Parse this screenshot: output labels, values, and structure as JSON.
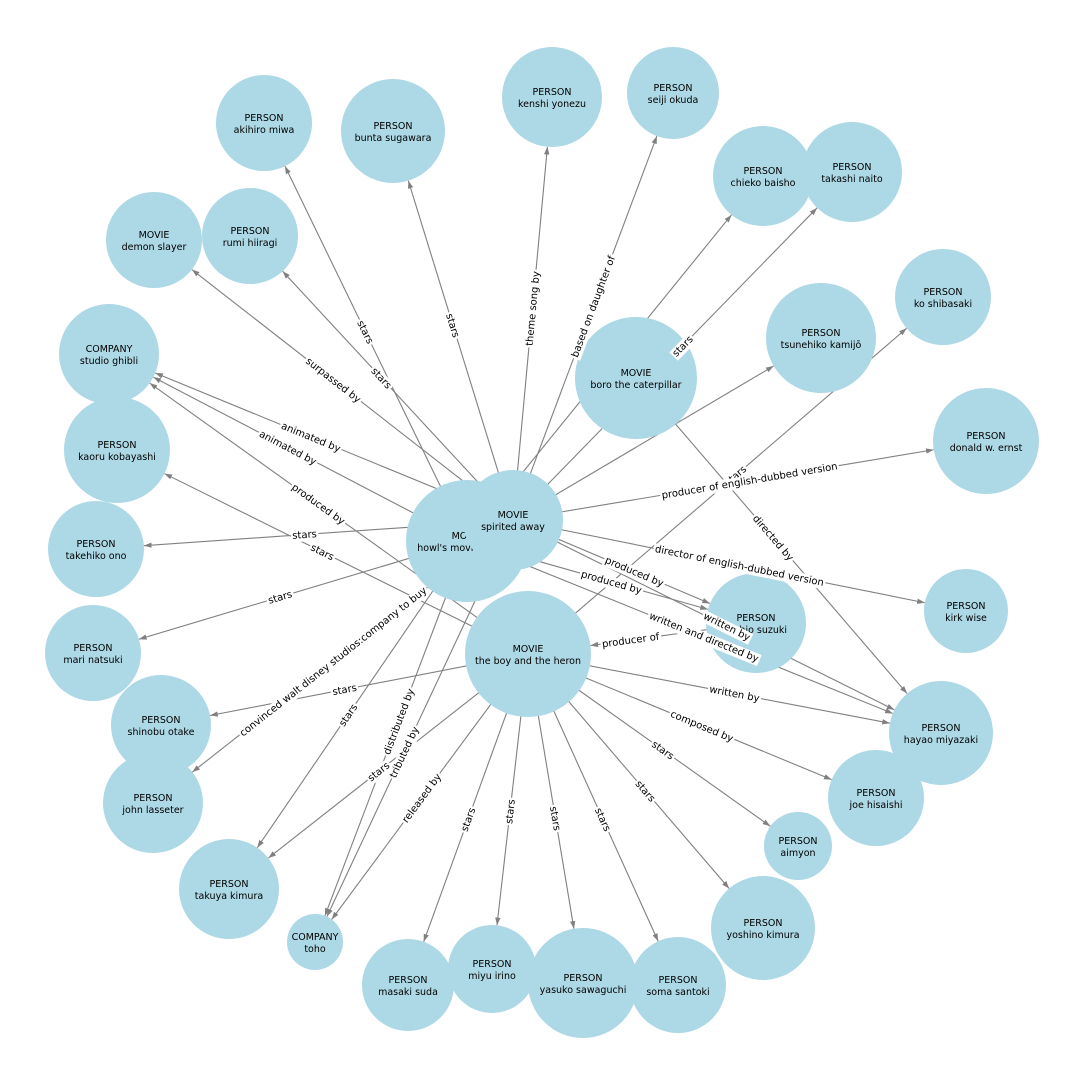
{
  "colors": {
    "node_fill": "#add8e6",
    "edge": "#808080",
    "label_bg": "#ffffff",
    "text": "#000000"
  },
  "nodes": [
    {
      "id": "akihiro_miwa",
      "type": "PERSON",
      "name": "akihiro miwa"
    },
    {
      "id": "bunta_sugawara",
      "type": "PERSON",
      "name": "bunta sugawara"
    },
    {
      "id": "kenshi_yonezu",
      "type": "PERSON",
      "name": "kenshi yonezu"
    },
    {
      "id": "seiji_okuda",
      "type": "PERSON",
      "name": "seiji okuda"
    },
    {
      "id": "chieko_baisho",
      "type": "PERSON",
      "name": "chieko baisho"
    },
    {
      "id": "takashi_naito",
      "type": "PERSON",
      "name": "takashi naito"
    },
    {
      "id": "demon_slayer",
      "type": "MOVIE",
      "name": "demon slayer"
    },
    {
      "id": "rumi_hiiragi",
      "type": "PERSON",
      "name": "rumi hiiragi"
    },
    {
      "id": "ko_shibasaki",
      "type": "PERSON",
      "name": "ko shibasaki"
    },
    {
      "id": "studio_ghibli",
      "type": "COMPANY",
      "name": "studio ghibli"
    },
    {
      "id": "tsunehiko_kamijo",
      "type": "PERSON",
      "name": "tsunehiko kamijō"
    },
    {
      "id": "boro",
      "type": "MOVIE",
      "name": "boro the caterpillar"
    },
    {
      "id": "donald_ernst",
      "type": "PERSON",
      "name": "donald w. ernst"
    },
    {
      "id": "kaoru_kobayashi",
      "type": "PERSON",
      "name": "kaoru kobayashi"
    },
    {
      "id": "takehiko_ono",
      "type": "PERSON",
      "name": "takehiko ono"
    },
    {
      "id": "kirk_wise",
      "type": "PERSON",
      "name": "kirk wise"
    },
    {
      "id": "toshio_suzuki",
      "type": "PERSON",
      "name": "toshio suzuki"
    },
    {
      "id": "mari_natsuki",
      "type": "PERSON",
      "name": "mari natsuki"
    },
    {
      "id": "hayao_miyazaki",
      "type": "PERSON",
      "name": "hayao miyazaki"
    },
    {
      "id": "shinobu_otake",
      "type": "PERSON",
      "name": "shinobu otake"
    },
    {
      "id": "joe_hisaishi",
      "type": "PERSON",
      "name": "joe hisaishi"
    },
    {
      "id": "john_lasseter",
      "type": "PERSON",
      "name": "john lasseter"
    },
    {
      "id": "aimyon",
      "type": "PERSON",
      "name": "aimyon"
    },
    {
      "id": "takuya_kimura",
      "type": "PERSON",
      "name": "takuya kimura"
    },
    {
      "id": "yoshino_kimura",
      "type": "PERSON",
      "name": "yoshino kimura"
    },
    {
      "id": "toho",
      "type": "COMPANY",
      "name": "toho"
    },
    {
      "id": "masaki_suda",
      "type": "PERSON",
      "name": "masaki suda"
    },
    {
      "id": "miyu_irino",
      "type": "PERSON",
      "name": "miyu irino"
    },
    {
      "id": "yasuko_sawaguchi",
      "type": "PERSON",
      "name": "yasuko sawaguchi"
    },
    {
      "id": "soma_santoki",
      "type": "PERSON",
      "name": "soma santoki"
    },
    {
      "id": "howl",
      "type": "MOVIE",
      "name": "howl's moving castle"
    },
    {
      "id": "spirited",
      "type": "MOVIE",
      "name": "spirited away"
    },
    {
      "id": "heron",
      "type": "MOVIE",
      "name": "the boy and the heron"
    }
  ],
  "edges": [
    {
      "from": "howl",
      "to": "akihiro_miwa",
      "label": "stars"
    },
    {
      "from": "spirited",
      "to": "bunta_sugawara",
      "label": "stars"
    },
    {
      "from": "spirited",
      "to": "kenshi_yonezu",
      "label": "theme song by"
    },
    {
      "from": "spirited",
      "to": "seiji_okuda",
      "label": "based on daughter of"
    },
    {
      "from": "howl",
      "to": "chieko_baisho",
      "label": ""
    },
    {
      "from": "spirited",
      "to": "takashi_naito",
      "label": "stars"
    },
    {
      "from": "spirited",
      "to": "demon_slayer",
      "label": "surpassed by"
    },
    {
      "from": "spirited",
      "to": "rumi_hiiragi",
      "label": "stars"
    },
    {
      "from": "heron",
      "to": "ko_shibasaki",
      "label": "stars"
    },
    {
      "from": "spirited",
      "to": "studio_ghibli",
      "label": "animated by"
    },
    {
      "from": "howl",
      "to": "studio_ghibli",
      "label": "animated by"
    },
    {
      "from": "heron",
      "to": "studio_ghibli",
      "label": "produced by"
    },
    {
      "from": "spirited",
      "to": "tsunehiko_kamijo",
      "label": ""
    },
    {
      "from": "spirited",
      "to": "donald_ernst",
      "label": "producer of english-dubbed version"
    },
    {
      "from": "heron",
      "to": "kaoru_kobayashi",
      "label": "stars"
    },
    {
      "from": "spirited",
      "to": "takehiko_ono",
      "label": "stars"
    },
    {
      "from": "spirited",
      "to": "kirk_wise",
      "label": "director of english-dubbed version"
    },
    {
      "from": "spirited",
      "to": "toshio_suzuki",
      "label": "produced by"
    },
    {
      "from": "howl",
      "to": "toshio_suzuki",
      "label": "produced by"
    },
    {
      "from": "toshio_suzuki",
      "to": "heron",
      "label": "producer of"
    },
    {
      "from": "howl",
      "to": "mari_natsuki",
      "label": "stars"
    },
    {
      "from": "boro",
      "to": "hayao_miyazaki",
      "label": "directed by"
    },
    {
      "from": "heron",
      "to": "hayao_miyazaki",
      "label": "written by"
    },
    {
      "from": "spirited",
      "to": "hayao_miyazaki",
      "label": "written by"
    },
    {
      "from": "howl",
      "to": "hayao_miyazaki",
      "label": "written and directed by"
    },
    {
      "from": "heron",
      "to": "shinobu_otake",
      "label": "stars"
    },
    {
      "from": "heron",
      "to": "joe_hisaishi",
      "label": "composed by"
    },
    {
      "from": "spirited",
      "to": "john_lasseter",
      "label": "convinced walt disney studios:company to buy"
    },
    {
      "from": "heron",
      "to": "aimyon",
      "label": "stars"
    },
    {
      "from": "howl",
      "to": "takuya_kimura",
      "label": "stars"
    },
    {
      "from": "heron",
      "to": "yoshino_kimura",
      "label": "stars"
    },
    {
      "from": "howl",
      "to": "toho",
      "label": "distributed by"
    },
    {
      "from": "spirited",
      "to": "toho",
      "label": "tributed by"
    },
    {
      "from": "heron",
      "to": "toho",
      "label": "released by"
    },
    {
      "from": "heron",
      "to": "masaki_suda",
      "label": "stars"
    },
    {
      "from": "heron",
      "to": "miyu_irino",
      "label": "stars"
    },
    {
      "from": "heron",
      "to": "yasuko_sawaguchi",
      "label": "stars"
    },
    {
      "from": "heron",
      "to": "soma_santoki",
      "label": "stars"
    },
    {
      "from": "heron",
      "to": "takuya_kimura",
      "label": "stars"
    }
  ]
}
